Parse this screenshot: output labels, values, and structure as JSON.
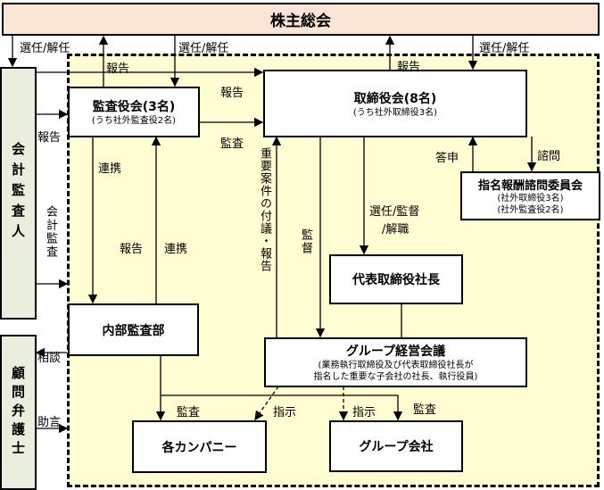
{
  "nodes": {
    "shareholders": "株主総会",
    "auditor": "会計監査人",
    "lawyer": "顧問弁護士",
    "audit_board": {
      "title": "監査役会(3名)",
      "sub": "(うち社外監査役2名)"
    },
    "board": {
      "title": "取締役会(8名)",
      "sub": "(うち社外取締役3名)"
    },
    "committee": {
      "title": "指名報酬諮問委員会",
      "sub1": "(社外取締役3名)",
      "sub2": "(社外監査役2名)"
    },
    "president": "代表取締役社長",
    "internal_audit": "内部監査部",
    "group_meeting": {
      "title": "グループ経営会議",
      "sub1": "(業務執行取締役及び代表取締役社長が",
      "sub2": "指名した重要な子会社の社長、執行役員)"
    },
    "companies": "各カンパニー",
    "group_companies": "グループ会社"
  },
  "labels": {
    "appoint1": "選任/解任",
    "appoint2": "選任/解任",
    "appoint3": "選任/解任",
    "report_top_left": "報告",
    "report_top_right": "報告",
    "report_mid": "報告",
    "audit_mid": "監査",
    "report_auditor": "報告",
    "accounting_audit": "会計監査",
    "cooperate1": "連携",
    "report_ia": "報告",
    "cooperate2": "連携",
    "important_matters": "重要案件の付議・報告",
    "supervise": "監督",
    "appoint_supervise": "選任/監督",
    "dismiss": "/解職",
    "reply": "答申",
    "consult": "諮問",
    "consultation": "相談",
    "advice": "助言",
    "audit_companies": "監査",
    "instruct1": "指示",
    "instruct2": "指示",
    "audit_group": "監査"
  },
  "colors": {
    "top": "#fbe5d6",
    "governance_area": "#fffdd2",
    "side": "#e9eede"
  }
}
